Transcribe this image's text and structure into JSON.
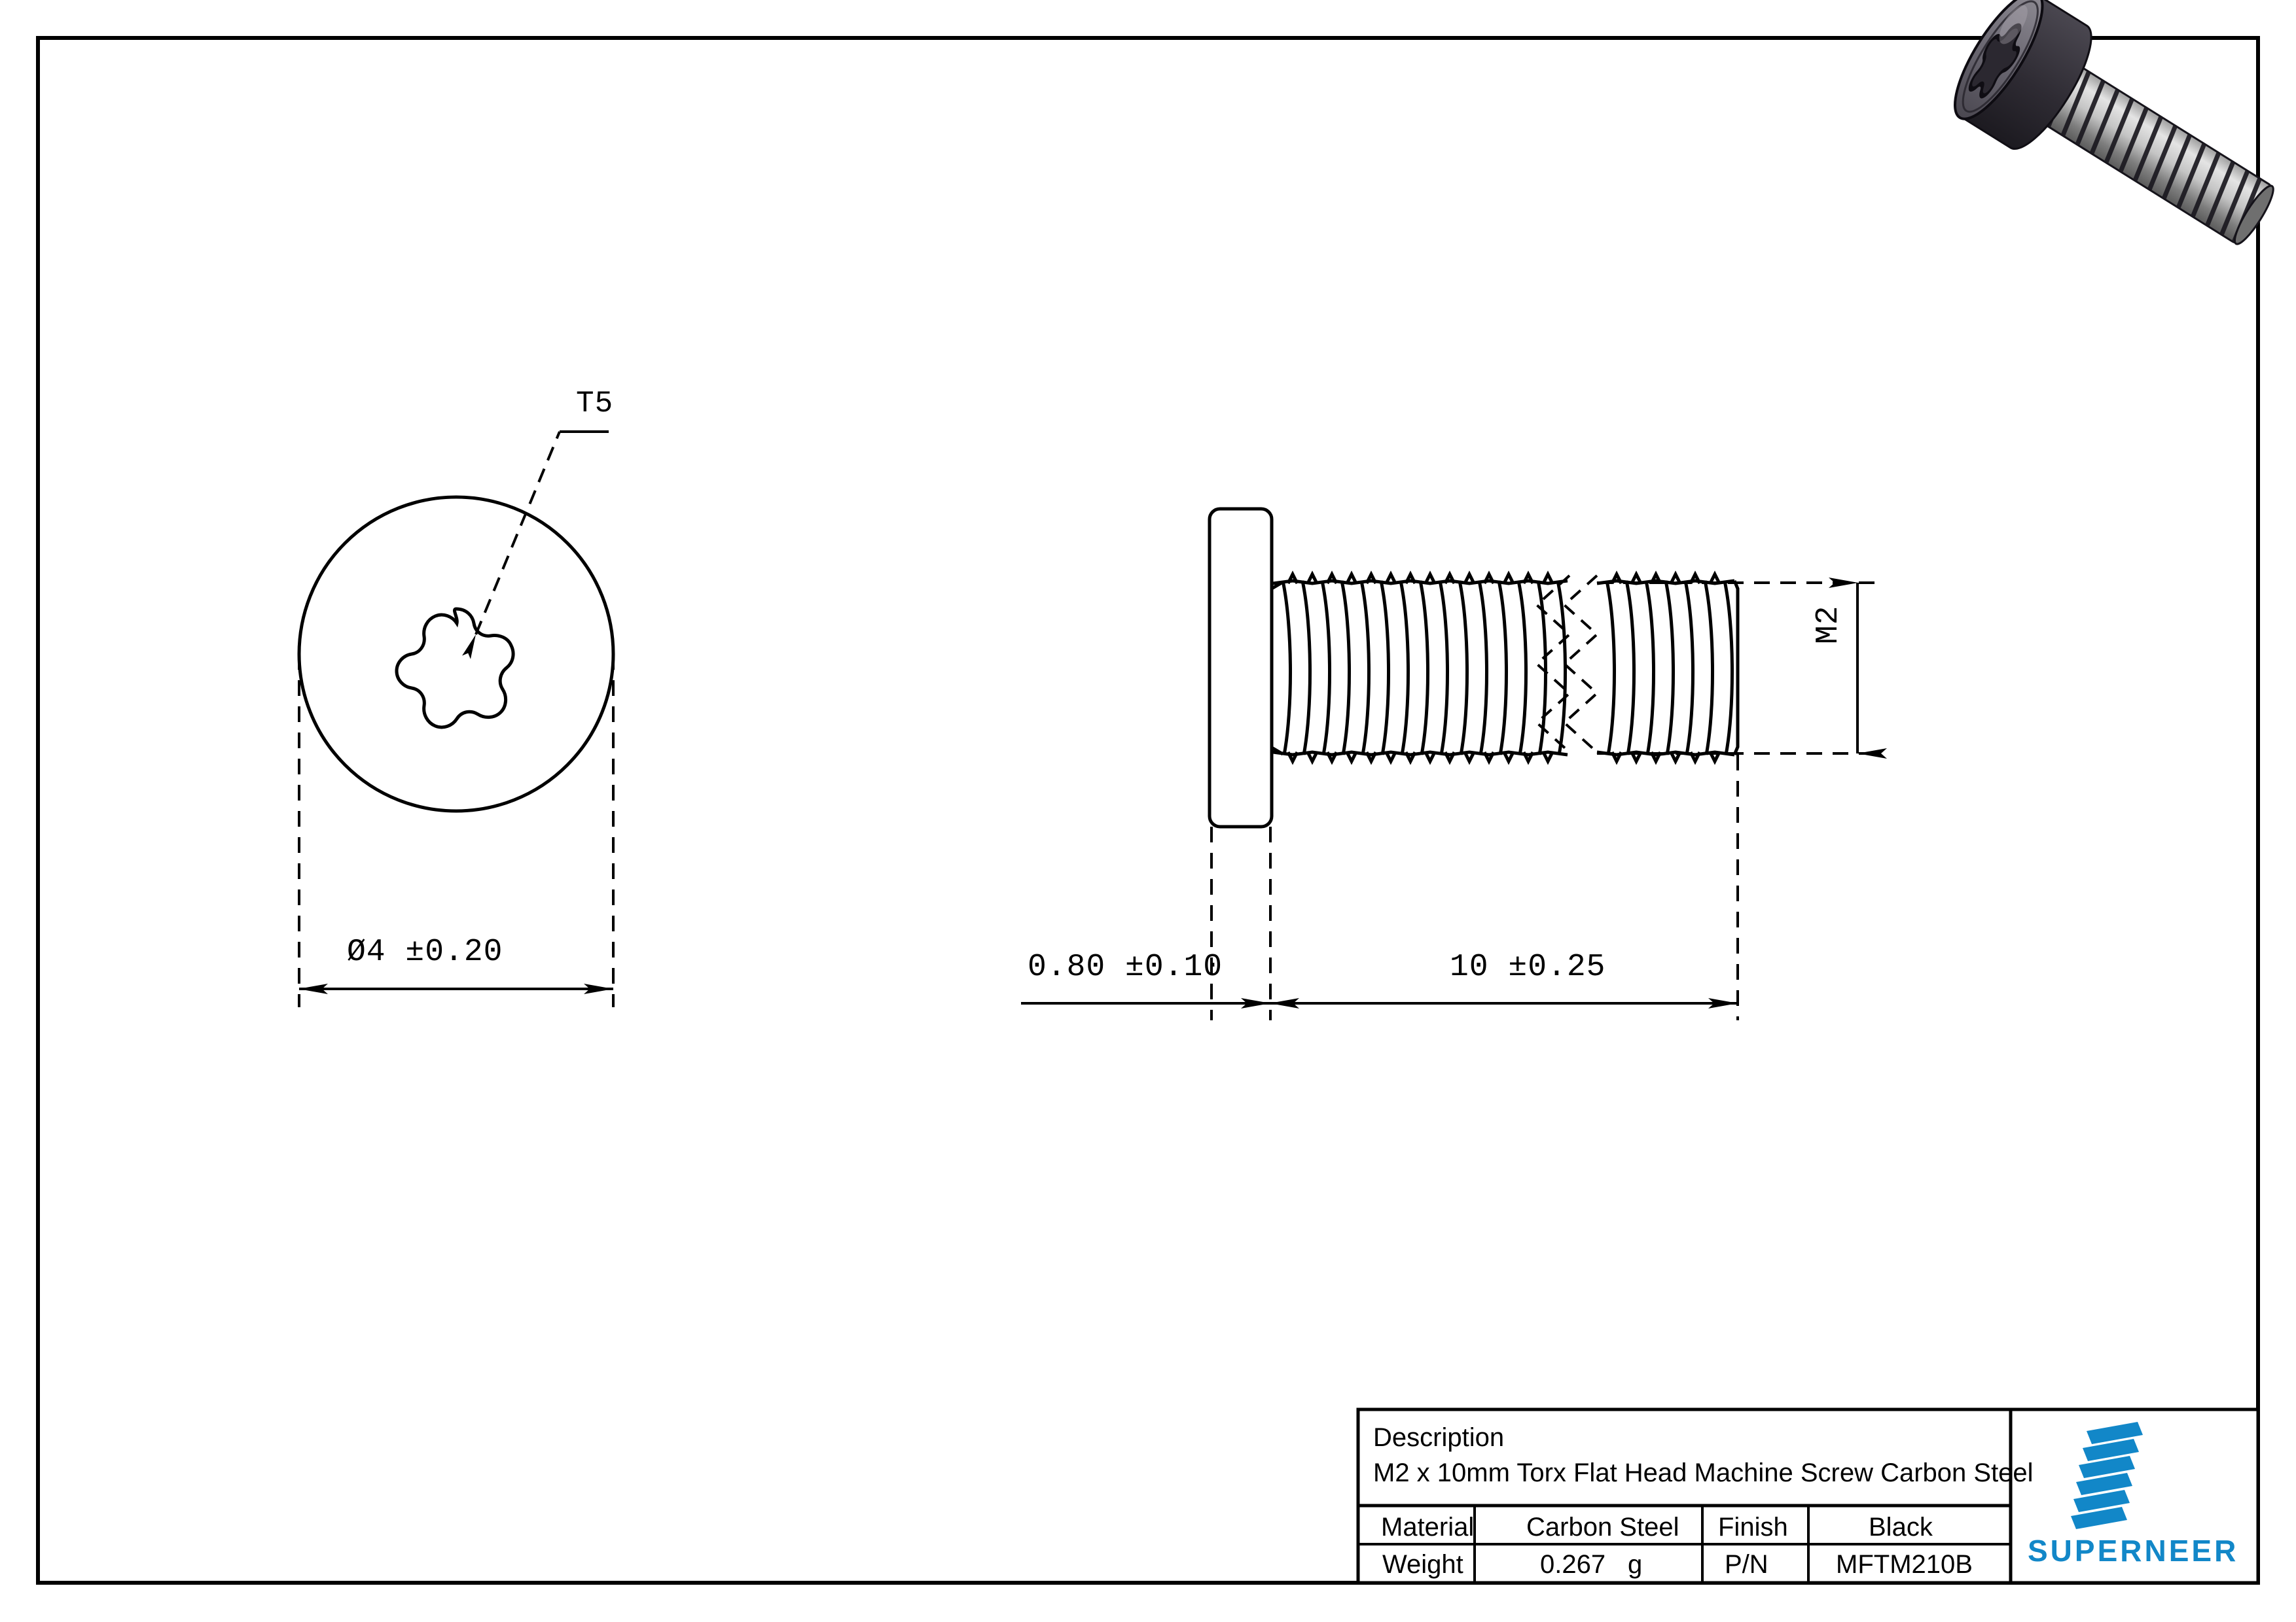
{
  "sheet": {
    "border_color": "#000000",
    "background": "#ffffff"
  },
  "drawing": {
    "views": {
      "front": {
        "name": "front-view-head-face",
        "drive_callout": "T5",
        "diameter_dimension": "Ø4  ±0.20"
      },
      "side": {
        "name": "side-view-screw-profile",
        "head_thickness_dimension": "0.80  ±0.10",
        "length_dimension": "10  ±0.25",
        "thread_dimension": "M2"
      }
    },
    "isometric": {
      "name": "isometric-screw-render",
      "head_color": "#3b3740",
      "shank_color": "#b9b9b9"
    }
  },
  "title_block": {
    "description_label": "Description",
    "description_value": "M2 x 10mm Torx Flat Head Machine Screw Carbon Steel",
    "rows": [
      {
        "label": "Material",
        "value": "Carbon Steel",
        "label2": "Finish",
        "value2": "Black"
      },
      {
        "label": "Weight",
        "value": "0.267",
        "value_unit": "g",
        "label2": "P/N",
        "value2": "MFTM210B"
      }
    ]
  },
  "brand": {
    "wordmark": "SUPERNEER",
    "color": "#1287c8"
  }
}
